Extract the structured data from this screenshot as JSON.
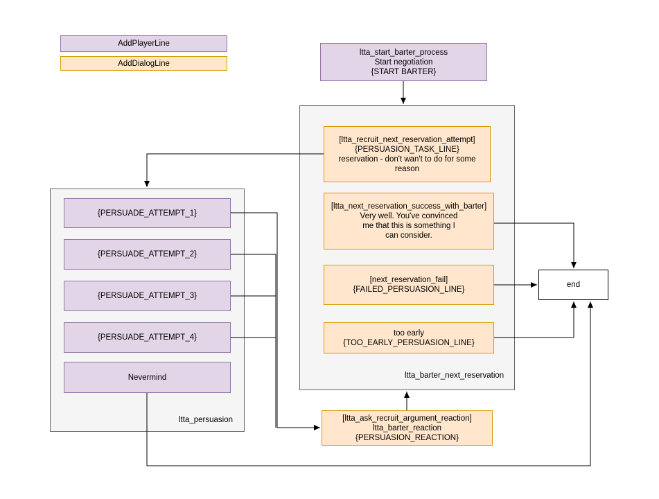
{
  "legend": {
    "player_line": "AddPlayerLine",
    "dialog_line": "AddDialogLine"
  },
  "colors": {
    "player_fill": "#e1d5e7",
    "player_stroke": "#9673a6",
    "dialog_fill": "#ffe6cc",
    "dialog_stroke": "#d79b00",
    "container_fill": "#f5f5f5",
    "container_stroke": "#666666"
  },
  "nodes": {
    "start_barter": [
      "ltta_start_barter_process",
      "Start negotiation",
      "{START BARTER}"
    ],
    "recruit_attempt": [
      "[ltta_recruit_next_reservation_attempt]",
      "{PERSUASION_TASK_LINE}",
      "reservation - don't wan't to do for some",
      "reason"
    ],
    "success_barter": [
      "[ltta_next_reservation_success_with_barter]",
      "Very well. You've convinced",
      "me that this is something I",
      "can consider."
    ],
    "reservation_fail": [
      "[next_reservation_fail]",
      "{FAILED_PERSUASION_LINE}"
    ],
    "too_early": [
      "too early",
      "{TOO_EARLY_PERSUASION_LINE}"
    ],
    "end": "end",
    "persuade_1": "{PERSUADE_ATTEMPT_1}",
    "persuade_2": "{PERSUADE_ATTEMPT_2}",
    "persuade_3": "{PERSUADE_ATTEMPT_3}",
    "persuade_4": "{PERSUADE_ATTEMPT_4}",
    "nevermind": "Nevermind",
    "reaction": [
      "[ltta_ask_recruit_argument_reaction]",
      "ltta_barter_reaction",
      "{PERSUASION_REACTION}"
    ]
  },
  "containers": {
    "barter_next_reservation": "ltta_barter_next_reservation",
    "persuasion": "ltta_persuasion"
  }
}
